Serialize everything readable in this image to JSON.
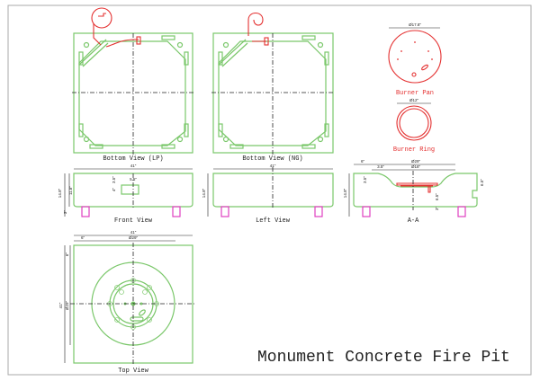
{
  "title": "Monument Concrete Fire Pit",
  "views": {
    "bottom_lp": "Bottom View (LP)",
    "bottom_ng": "Bottom View (NG)",
    "burner_pan": "Burner Pan",
    "burner_ring": "Burner Ring",
    "front": "Front View",
    "left": "Left View",
    "section": "A-A",
    "top": "Top View"
  },
  "dimensions": {
    "pan_dia": "Ø17.8\"",
    "ring_dia": "Ø12\"",
    "width": "41\"",
    "height": "14.8\"",
    "front_inner": "11.8\"",
    "front_foot": "3\"",
    "front_w": "5.5\"",
    "front_h1": "3.5\"",
    "front_h2": "4\"",
    "sec_edge": "6\"",
    "sec_outer": "Ø29\"",
    "sec_step": "3.5\"",
    "sec_inner": "Ø18\"",
    "sec_depth": "3.5\"",
    "sec_side": "6.5\"",
    "sec_mid": "6.5\"",
    "sec_foot": "3\"",
    "top_edge": "6\"",
    "top_outer": "Ø29\""
  },
  "colors": {
    "structure": "#7ac76a",
    "gas": "#e43030",
    "feet": "#e040c0"
  }
}
